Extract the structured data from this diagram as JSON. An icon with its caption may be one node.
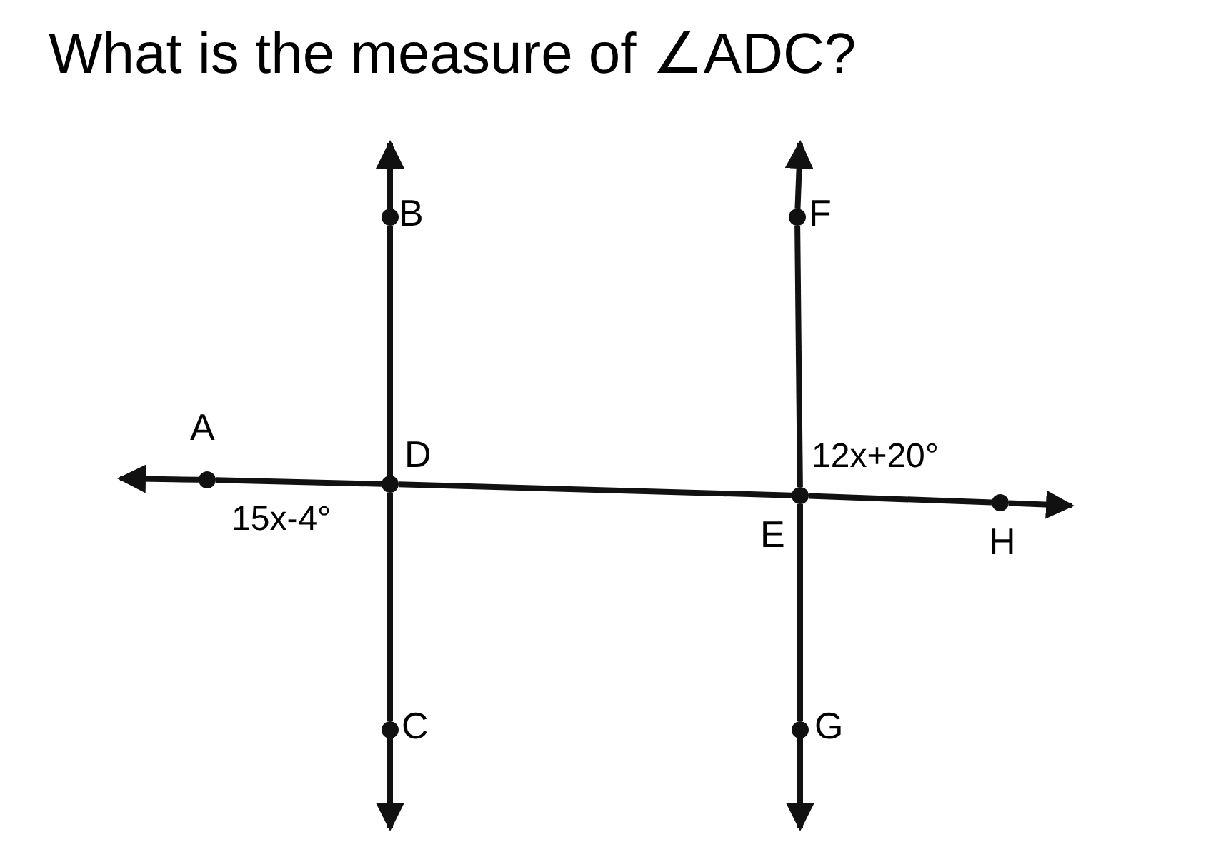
{
  "diagram": {
    "title": "What is the measure of ∠ADC?",
    "nodes": [
      {
        "text": [
          "B"
        ]
      },
      {
        "text": [
          "F"
        ]
      },
      {
        "text": [
          "A"
        ]
      },
      {
        "text": [
          "D"
        ]
      },
      {
        "text": [
          "E"
        ]
      },
      {
        "text": [
          "H"
        ]
      },
      {
        "text": [
          "C"
        ]
      },
      {
        "text": [
          "G"
        ]
      }
    ],
    "edges": [
      {
        "from": 0,
        "to": null,
        "arrow": "to"
      },
      {
        "from": 0,
        "to": 3,
        "arrow": "none"
      },
      {
        "from": 3,
        "to": 6,
        "arrow": "none"
      },
      {
        "from": 6,
        "to": null,
        "arrow": "to"
      },
      {
        "from": 1,
        "to": null,
        "arrow": "to"
      },
      {
        "from": 1,
        "to": 4,
        "arrow": "none"
      },
      {
        "from": 4,
        "to": 7,
        "arrow": "none"
      },
      {
        "from": 7,
        "to": null,
        "arrow": "to"
      },
      {
        "from": 2,
        "to": null,
        "arrow": "to"
      },
      {
        "from": 2,
        "to": 3,
        "arrow": "none"
      },
      {
        "from": 3,
        "to": 4,
        "arrow": "none"
      },
      {
        "from": 4,
        "to": 5,
        "arrow": "none"
      },
      {
        "from": 5,
        "to": null,
        "arrow": "to"
      }
    ],
    "labels": [
      "12x+20°",
      "15x-4°"
    ]
  }
}
